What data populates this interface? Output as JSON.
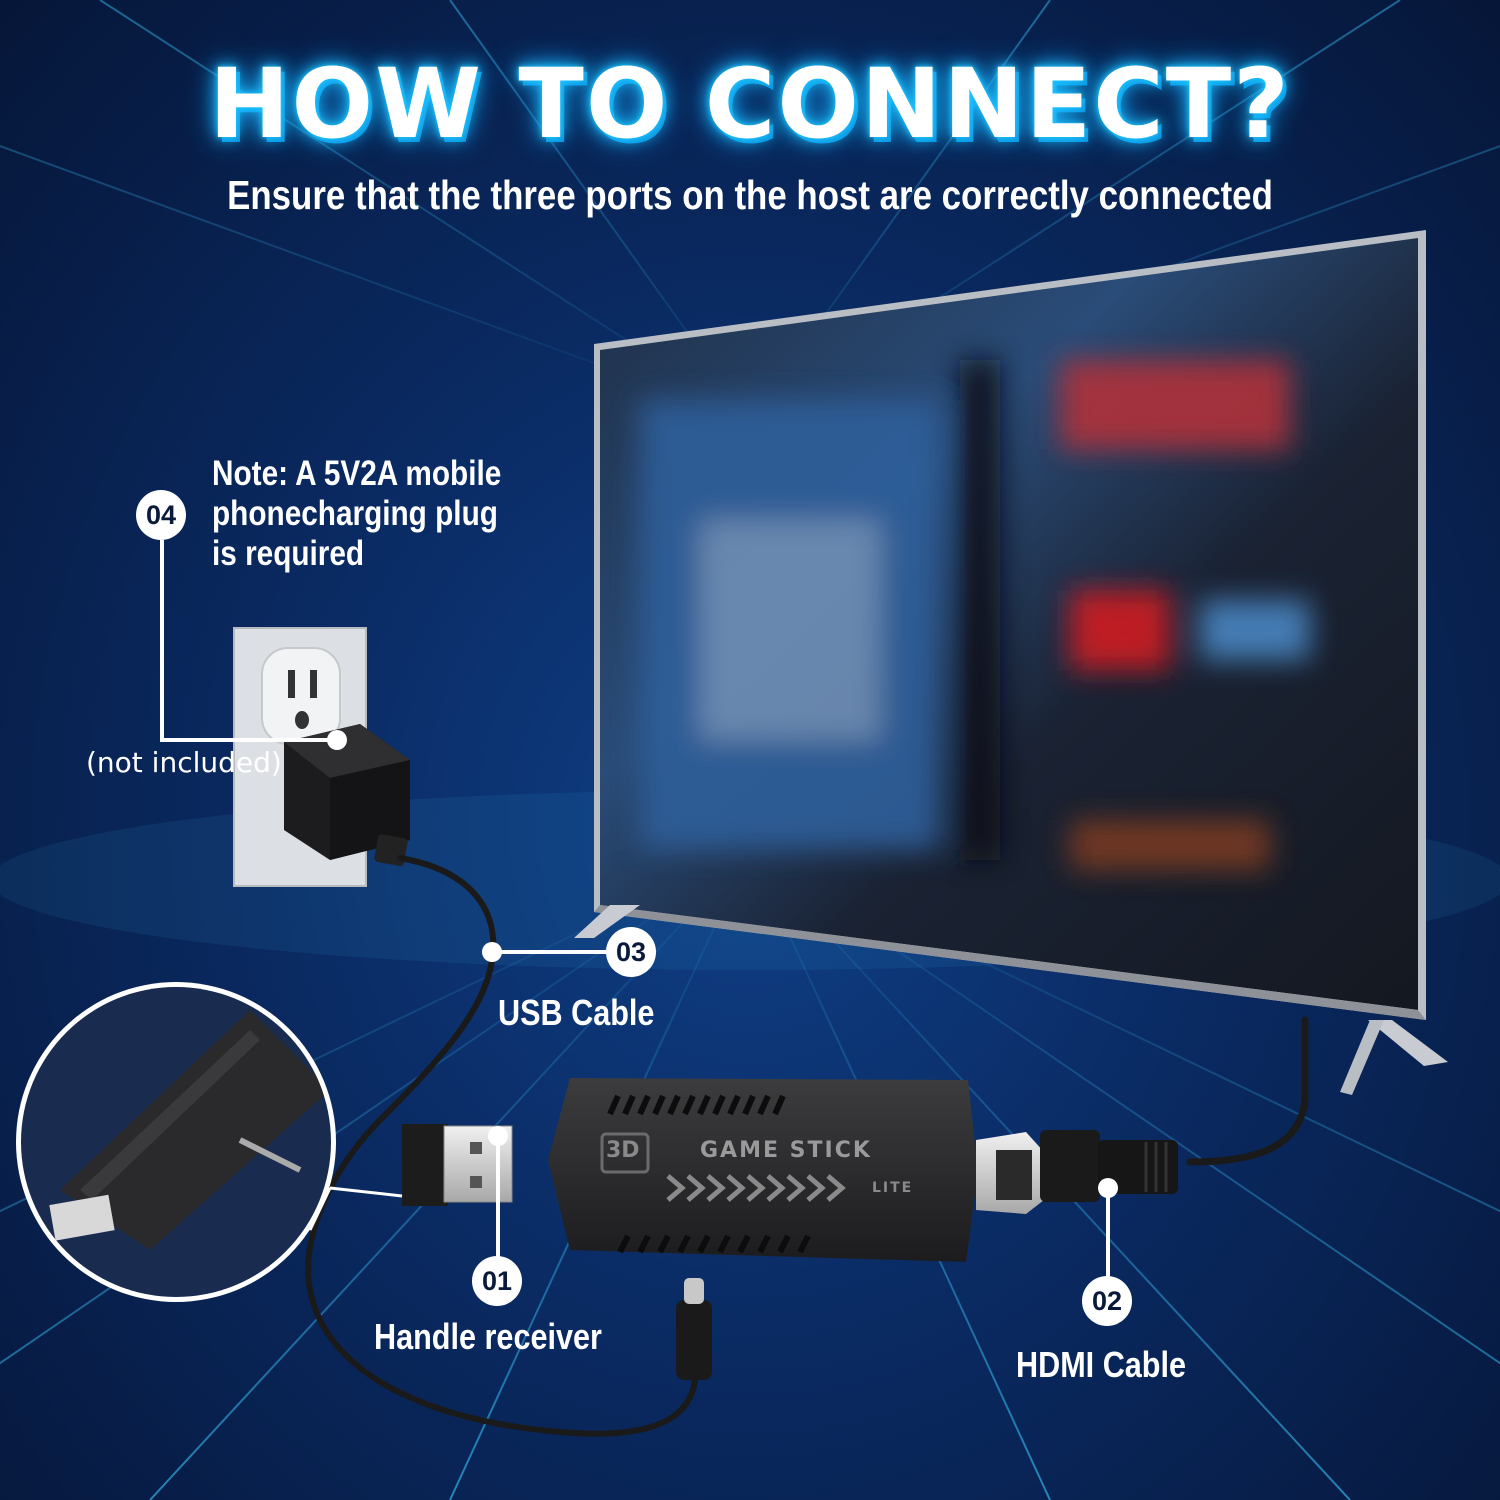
{
  "title": "HOW TO CONNECT?",
  "subtitle": "Ensure that the three ports on the host are correctly connected",
  "steps": [
    {
      "number": "04",
      "label_lines": [
        "Note: A 5V2A mobile",
        "phonecharging plug",
        "is required"
      ]
    },
    {
      "number": "03",
      "label": "USB Cable"
    },
    {
      "number": "01",
      "label": "Handle receiver"
    },
    {
      "number": "02",
      "label": "HDMI Cable"
    }
  ],
  "not_included": "(not included)",
  "device": {
    "brand": "GAME STICK",
    "model": "LITE",
    "badge": "3D"
  },
  "colors": {
    "background": "#0a2a62",
    "title_glow": "#1fc6ff",
    "text": "#ffffff"
  }
}
